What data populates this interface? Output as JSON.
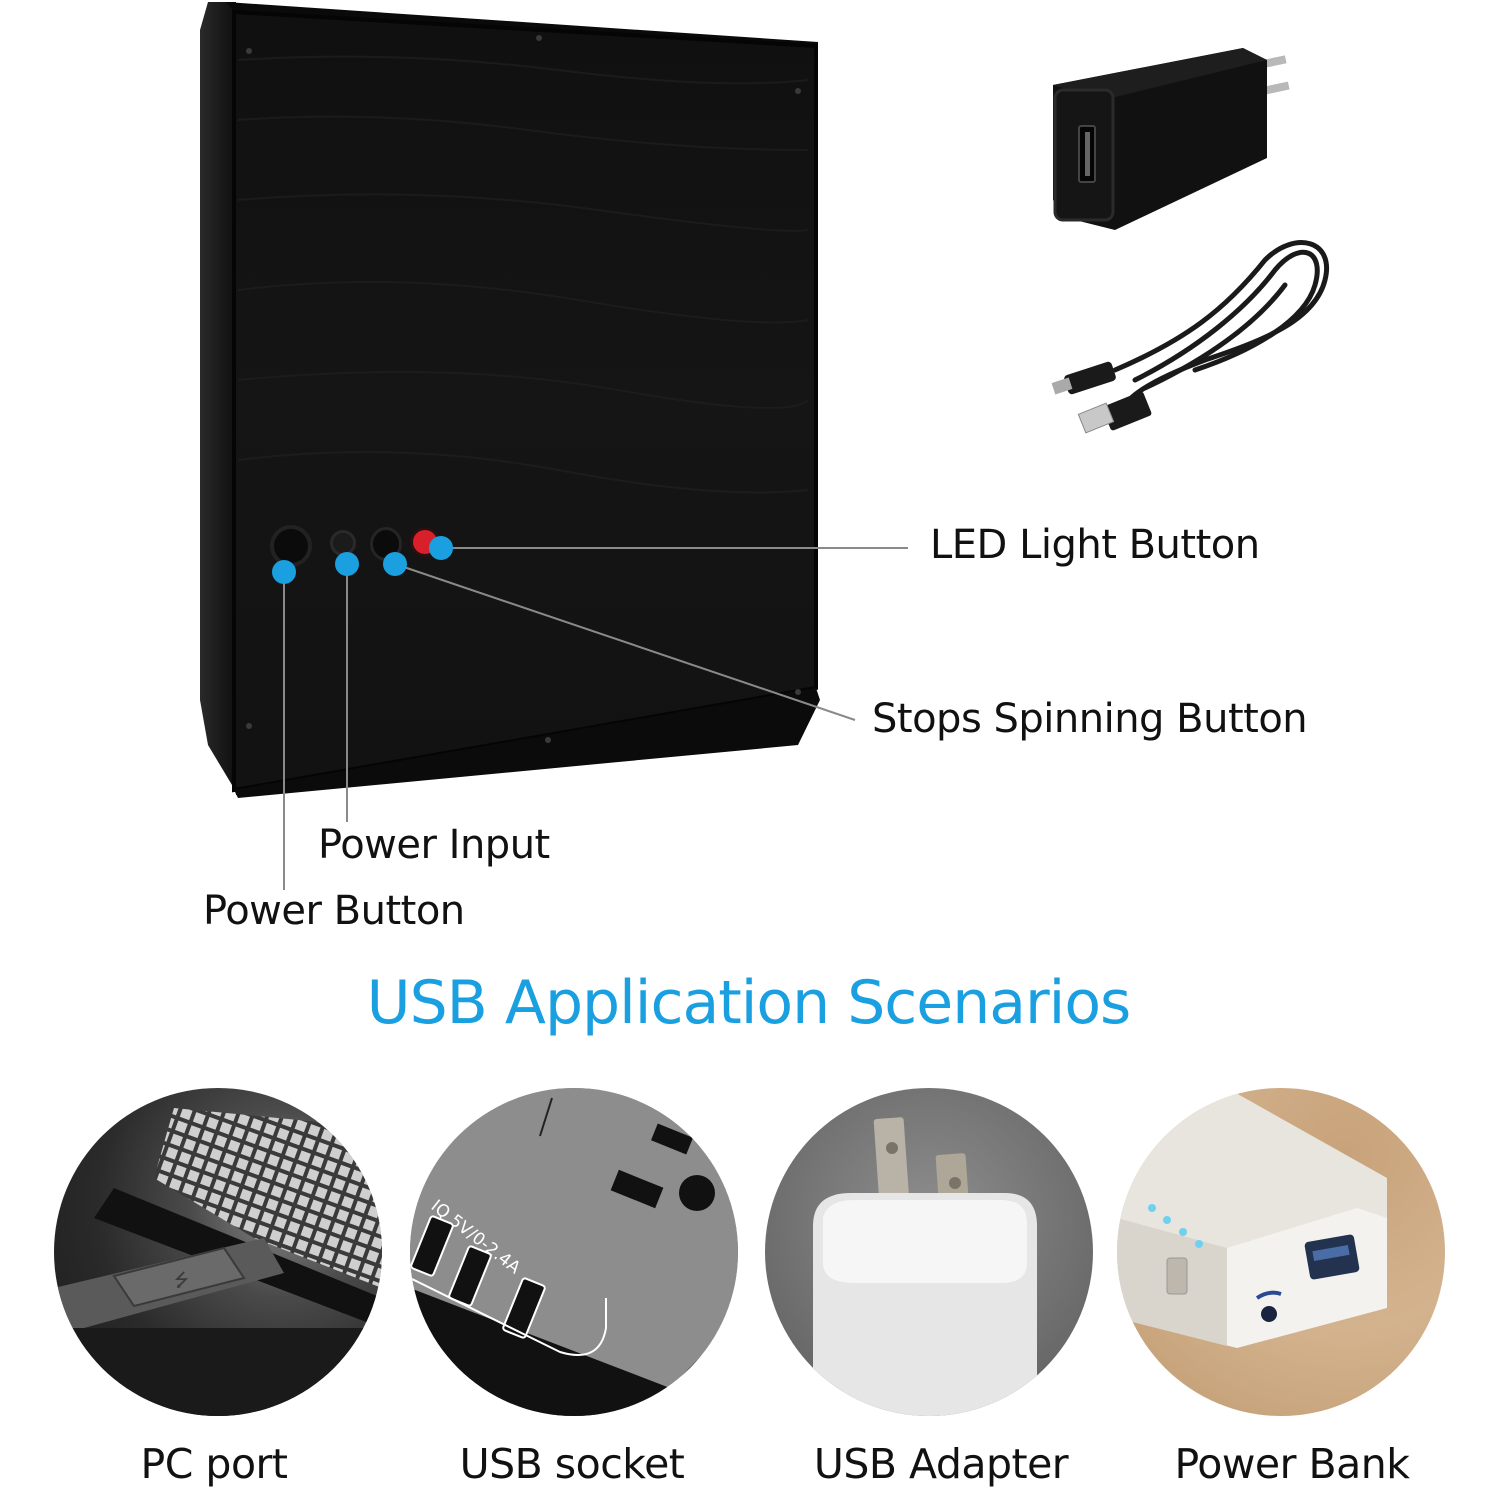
{
  "product": {
    "callouts": [
      {
        "id": "led",
        "label": "LED Light Button"
      },
      {
        "id": "stop",
        "label": "Stops Spinning Button"
      },
      {
        "id": "input",
        "label": "Power Input"
      },
      {
        "id": "power",
        "label": "Power Button"
      }
    ],
    "accessories": [
      "usb-power-adapter",
      "usb-to-dc-cable"
    ]
  },
  "section": {
    "heading": "USB Application Scenarios",
    "scenarios": [
      {
        "label": "PC port"
      },
      {
        "label": "USB socket",
        "printed_text": "IQ 5V/0-2.4A"
      },
      {
        "label": "USB Adapter"
      },
      {
        "label": "Power Bank"
      }
    ]
  },
  "colors": {
    "accent": "#1a9fe0",
    "box": "#141414",
    "led_switch": "#d8202a"
  }
}
